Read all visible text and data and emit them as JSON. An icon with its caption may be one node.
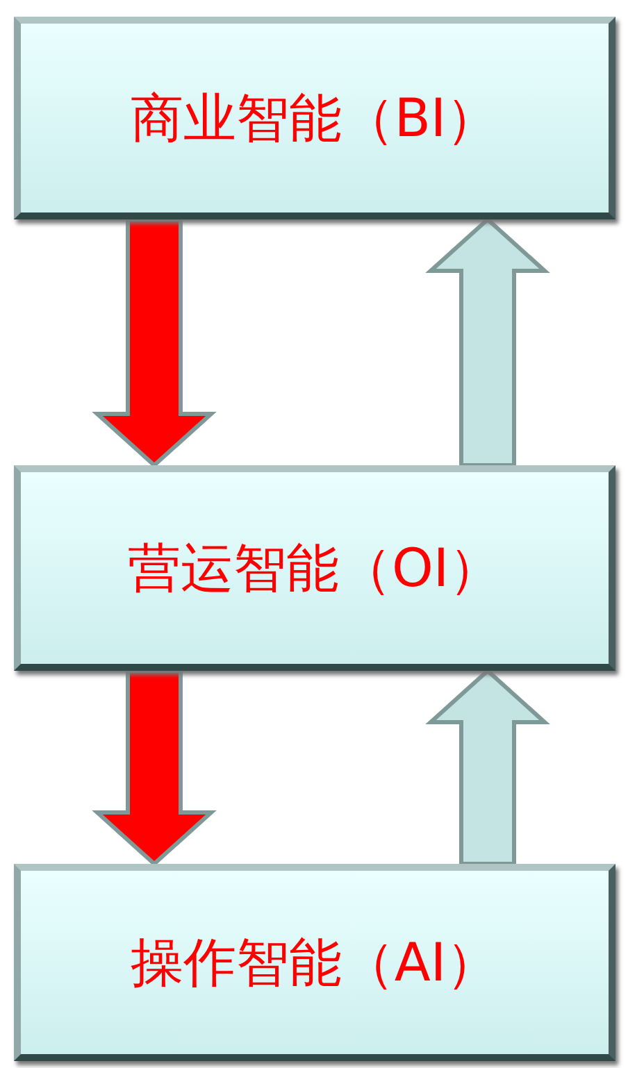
{
  "diagram": {
    "nodes": [
      {
        "text": [
          "商业智能（BI）"
        ]
      },
      {
        "text": [
          "营运智能（OI）"
        ]
      },
      {
        "text": [
          "操作智能（AI）"
        ]
      }
    ],
    "edges": [
      {
        "from": 0,
        "to": 1,
        "arrow": "to",
        "color": "#ff0000"
      },
      {
        "from": 1,
        "to": 0,
        "arrow": "to",
        "color": "#c4e4e4"
      },
      {
        "from": 1,
        "to": 2,
        "arrow": "to",
        "color": "#ff0000"
      },
      {
        "from": 2,
        "to": 1,
        "arrow": "to",
        "color": "#c4e4e4"
      }
    ]
  }
}
